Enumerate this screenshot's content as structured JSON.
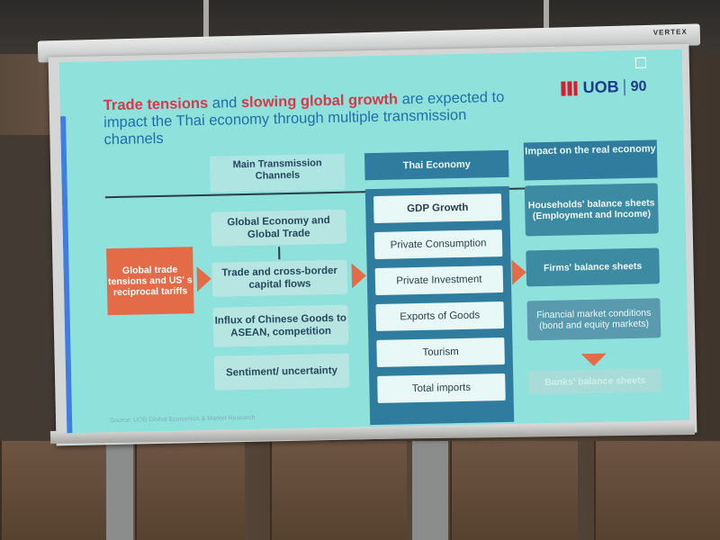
{
  "slide": {
    "title_part1": "Trade tensions",
    "title_part2": " and ",
    "title_part3": "slowing global growth",
    "title_part4": " are expected to impact the Thai economy through multiple transmission channels",
    "logo_text": "UOB",
    "logo_anniversary": "90",
    "header_channels": "Main Transmission Channels",
    "header_thai": "Thai Economy",
    "header_impact": "Impact on the real economy",
    "driver": "Global trade tensions and US' s reciprocal tariffs",
    "channels": [
      "Global Economy and Global Trade",
      "Trade and cross-border capital flows",
      "Influx of Chinese Goods to ASEAN, competition",
      "Sentiment/ uncertainty"
    ],
    "thai_items": [
      "GDP Growth",
      "Private Consumption",
      "Private Investment",
      "Exports of Goods",
      "Tourism",
      "Total imports"
    ],
    "impacts": [
      "Households' balance sheets (Employment and Income)",
      "Firms' balance sheets",
      "Financial market conditions (bond and equity markets)",
      "Banks' balance sheets"
    ],
    "source": "Source: UOB Global Economics & Market Research"
  },
  "screen": {
    "brand": "VERTEX"
  }
}
